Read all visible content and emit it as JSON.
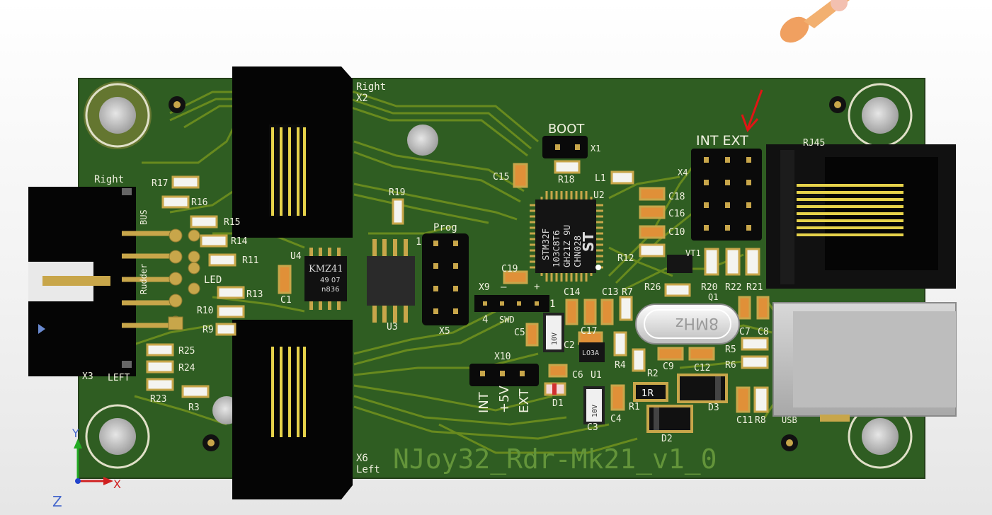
{
  "board": {
    "title": "NJoy32_Rdr-Mk21_v1_0",
    "colors": {
      "soldermask": "#2f5d22",
      "trace": "#6f8f1e",
      "pad": "#c8a64a",
      "silkscreen": "#f1f1e0",
      "connector": "#050505",
      "annotation_arrow": "#e01515"
    }
  },
  "labels": {
    "right_x2": [
      "Right",
      "X2"
    ],
    "left_x6": [
      "X6",
      "Left"
    ],
    "right_side": "Right",
    "left_side": "LEFT",
    "x3": "X3",
    "bus": "BUS",
    "rudder": "Rudder",
    "led": "LED",
    "boot": "BOOT",
    "x1": "X1",
    "int_ext": "INT EXT",
    "x4": "X4",
    "rj45": "RJ45",
    "prog": "Prog",
    "prog_pin1": "1",
    "x5": "X5",
    "x9": "X9",
    "swd": "SWD",
    "swd_minus": "–",
    "swd_plus": "+",
    "swd_pin4": "4",
    "swd_pin1": "1",
    "x10": "X10",
    "x10_pins": [
      "INT",
      "+5V",
      "EXT"
    ],
    "usb": "USB",
    "crystal": "8MHz",
    "q1": "Q1",
    "vt1": "VT1"
  },
  "chips": {
    "u2_marking": [
      "STM32F",
      "103C8T6",
      "GH21Z 9U",
      "CHN028"
    ],
    "u4_marking": [
      "KMZ41",
      "49 07",
      "n836"
    ],
    "u1_marking": "LO3A",
    "c2_marking": "10V",
    "c3_marking": "10V",
    "d1_marking": "1R"
  },
  "refdes": [
    "R17",
    "R16",
    "R15",
    "R14",
    "R11",
    "R13",
    "R10",
    "R9",
    "R25",
    "R24",
    "R23",
    "R3",
    "C1",
    "U4",
    "U3",
    "R19",
    "C15",
    "R18",
    "L1",
    "U2",
    "C18",
    "C16",
    "C10",
    "R12",
    "C19",
    "C14",
    "C13",
    "R7",
    "R26",
    "C5",
    "C17",
    "C2",
    "C6",
    "U1",
    "R4",
    "R2",
    "C9",
    "C12",
    "C7",
    "C8",
    "R5",
    "R6",
    "R20",
    "R22",
    "R21",
    "D1",
    "R1",
    "C3",
    "C4",
    "D3",
    "D2",
    "C11",
    "R8"
  ],
  "axes": {
    "y": "Y",
    "x": "X",
    "z": "Z"
  }
}
